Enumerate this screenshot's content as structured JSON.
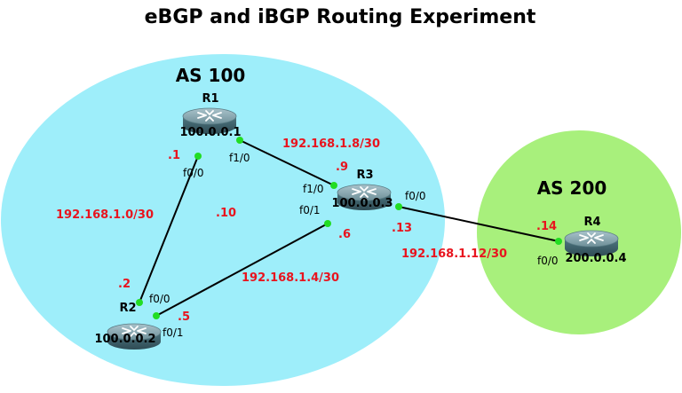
{
  "title": "eBGP and iBGP Routing Experiment",
  "colors": {
    "as100": "#9eeefa",
    "as200": "#a8f07c",
    "label_red": "#e8141e",
    "port_dot": "#22dd22"
  },
  "zones": {
    "as100": "AS 100",
    "as200": "AS 200"
  },
  "routers": {
    "r1": {
      "name": "R1",
      "id": "100.0.0.1"
    },
    "r2": {
      "name": "R2",
      "id": "100.0.0.2"
    },
    "r3": {
      "name": "R3",
      "id": "100.0.0.3"
    },
    "r4": {
      "name": "R4",
      "id": "200.0.0.4"
    }
  },
  "interfaces": {
    "r1_f00": "f0/0",
    "r1_f10": "f1/0",
    "r2_f00": "f0/0",
    "r2_f01": "f0/1",
    "r3_f10": "f1/0",
    "r3_f01": "f0/1",
    "r3_f00": "f0/0",
    "r4_f00": "f0/0"
  },
  "subnets": {
    "r1_r2": "192.168.1.0/30",
    "r1_r3": "192.168.1.8/30",
    "r2_r3": "192.168.1.4/30",
    "r3_r4": "192.168.1.12/30"
  },
  "host_octets": {
    "r1_f00": ".1",
    "r2_f00": ".2",
    "r2_f01": ".5",
    "r3_f01": ".6",
    "r3_f10": ".9",
    "center": ".10",
    "r3_f00": ".13",
    "r4_f00": ".14"
  }
}
